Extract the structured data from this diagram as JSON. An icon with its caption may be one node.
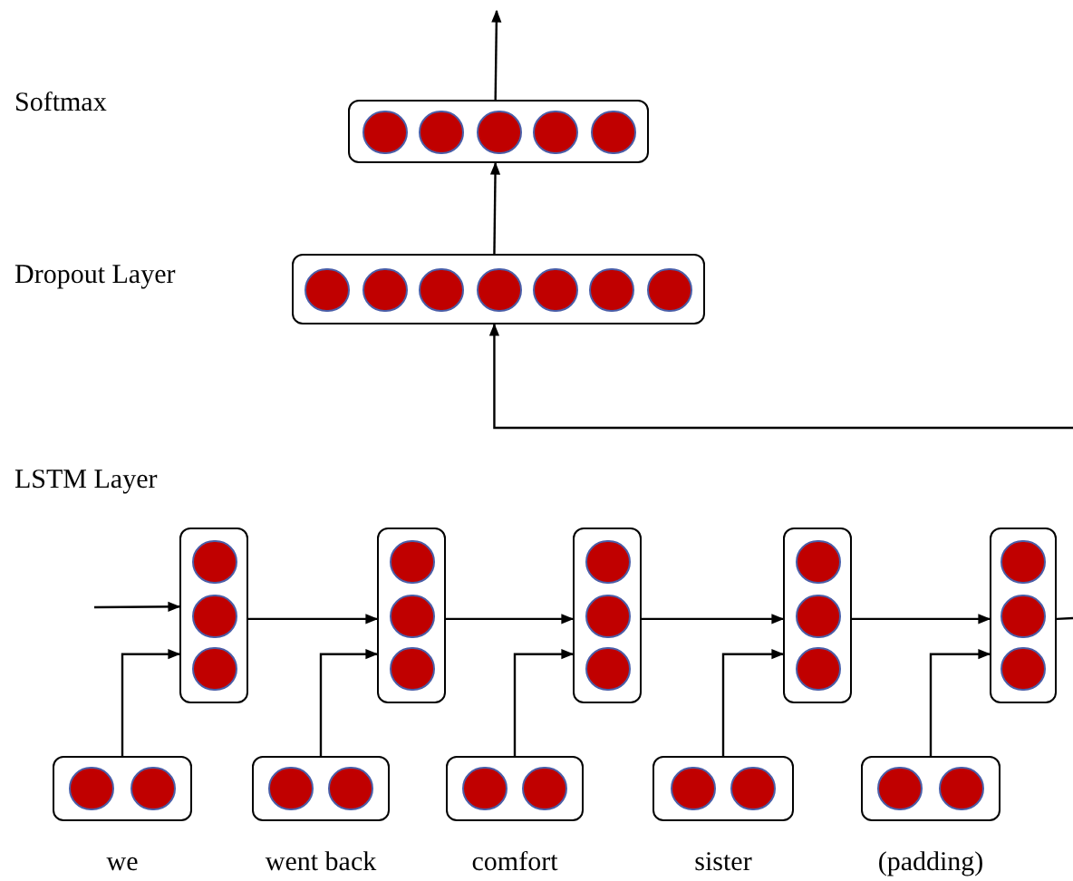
{
  "diagram": {
    "nodes": [
      {
        "text": [],
        "shape": "box"
      },
      {
        "text": [],
        "shape": "box"
      },
      {
        "text": [],
        "shape": "box"
      },
      {
        "text": [],
        "shape": "box"
      },
      {
        "text": [],
        "shape": "box"
      },
      {
        "text": [],
        "shape": "box"
      },
      {
        "text": [],
        "shape": "box"
      },
      {
        "text": [],
        "shape": "box",
        "beside": [
          "we"
        ]
      },
      {
        "text": [],
        "shape": "box",
        "beside": [
          "went back"
        ]
      },
      {
        "text": [],
        "shape": "box",
        "beside": [
          "comfort"
        ]
      },
      {
        "text": [],
        "shape": "box",
        "beside": [
          "sister"
        ]
      },
      {
        "text": [],
        "shape": "box",
        "beside": [
          "(padding)"
        ]
      }
    ],
    "edges": [
      {
        "from": 0,
        "to": null,
        "arrow": "to"
      },
      {
        "from": 1,
        "to": 0,
        "arrow": "to"
      },
      {
        "from": null,
        "to": 1,
        "arrow": "to"
      },
      {
        "from": null,
        "to": 2,
        "arrow": "to"
      },
      {
        "from": 2,
        "to": 3,
        "arrow": "to"
      },
      {
        "from": 3,
        "to": 4,
        "arrow": "to"
      },
      {
        "from": 4,
        "to": 5,
        "arrow": "to"
      },
      {
        "from": 5,
        "to": 6,
        "arrow": "to"
      },
      {
        "from": 6,
        "to": null,
        "arrow": "none"
      },
      {
        "from": 7,
        "to": 2,
        "arrow": "to"
      },
      {
        "from": 8,
        "to": 3,
        "arrow": "to"
      },
      {
        "from": 9,
        "to": 4,
        "arrow": "to"
      },
      {
        "from": 10,
        "to": 5,
        "arrow": "to"
      },
      {
        "from": 11,
        "to": 6,
        "arrow": "to"
      }
    ],
    "labels": [
      "Softmax",
      "Dropout Layer",
      "LSTM Layer"
    ]
  }
}
